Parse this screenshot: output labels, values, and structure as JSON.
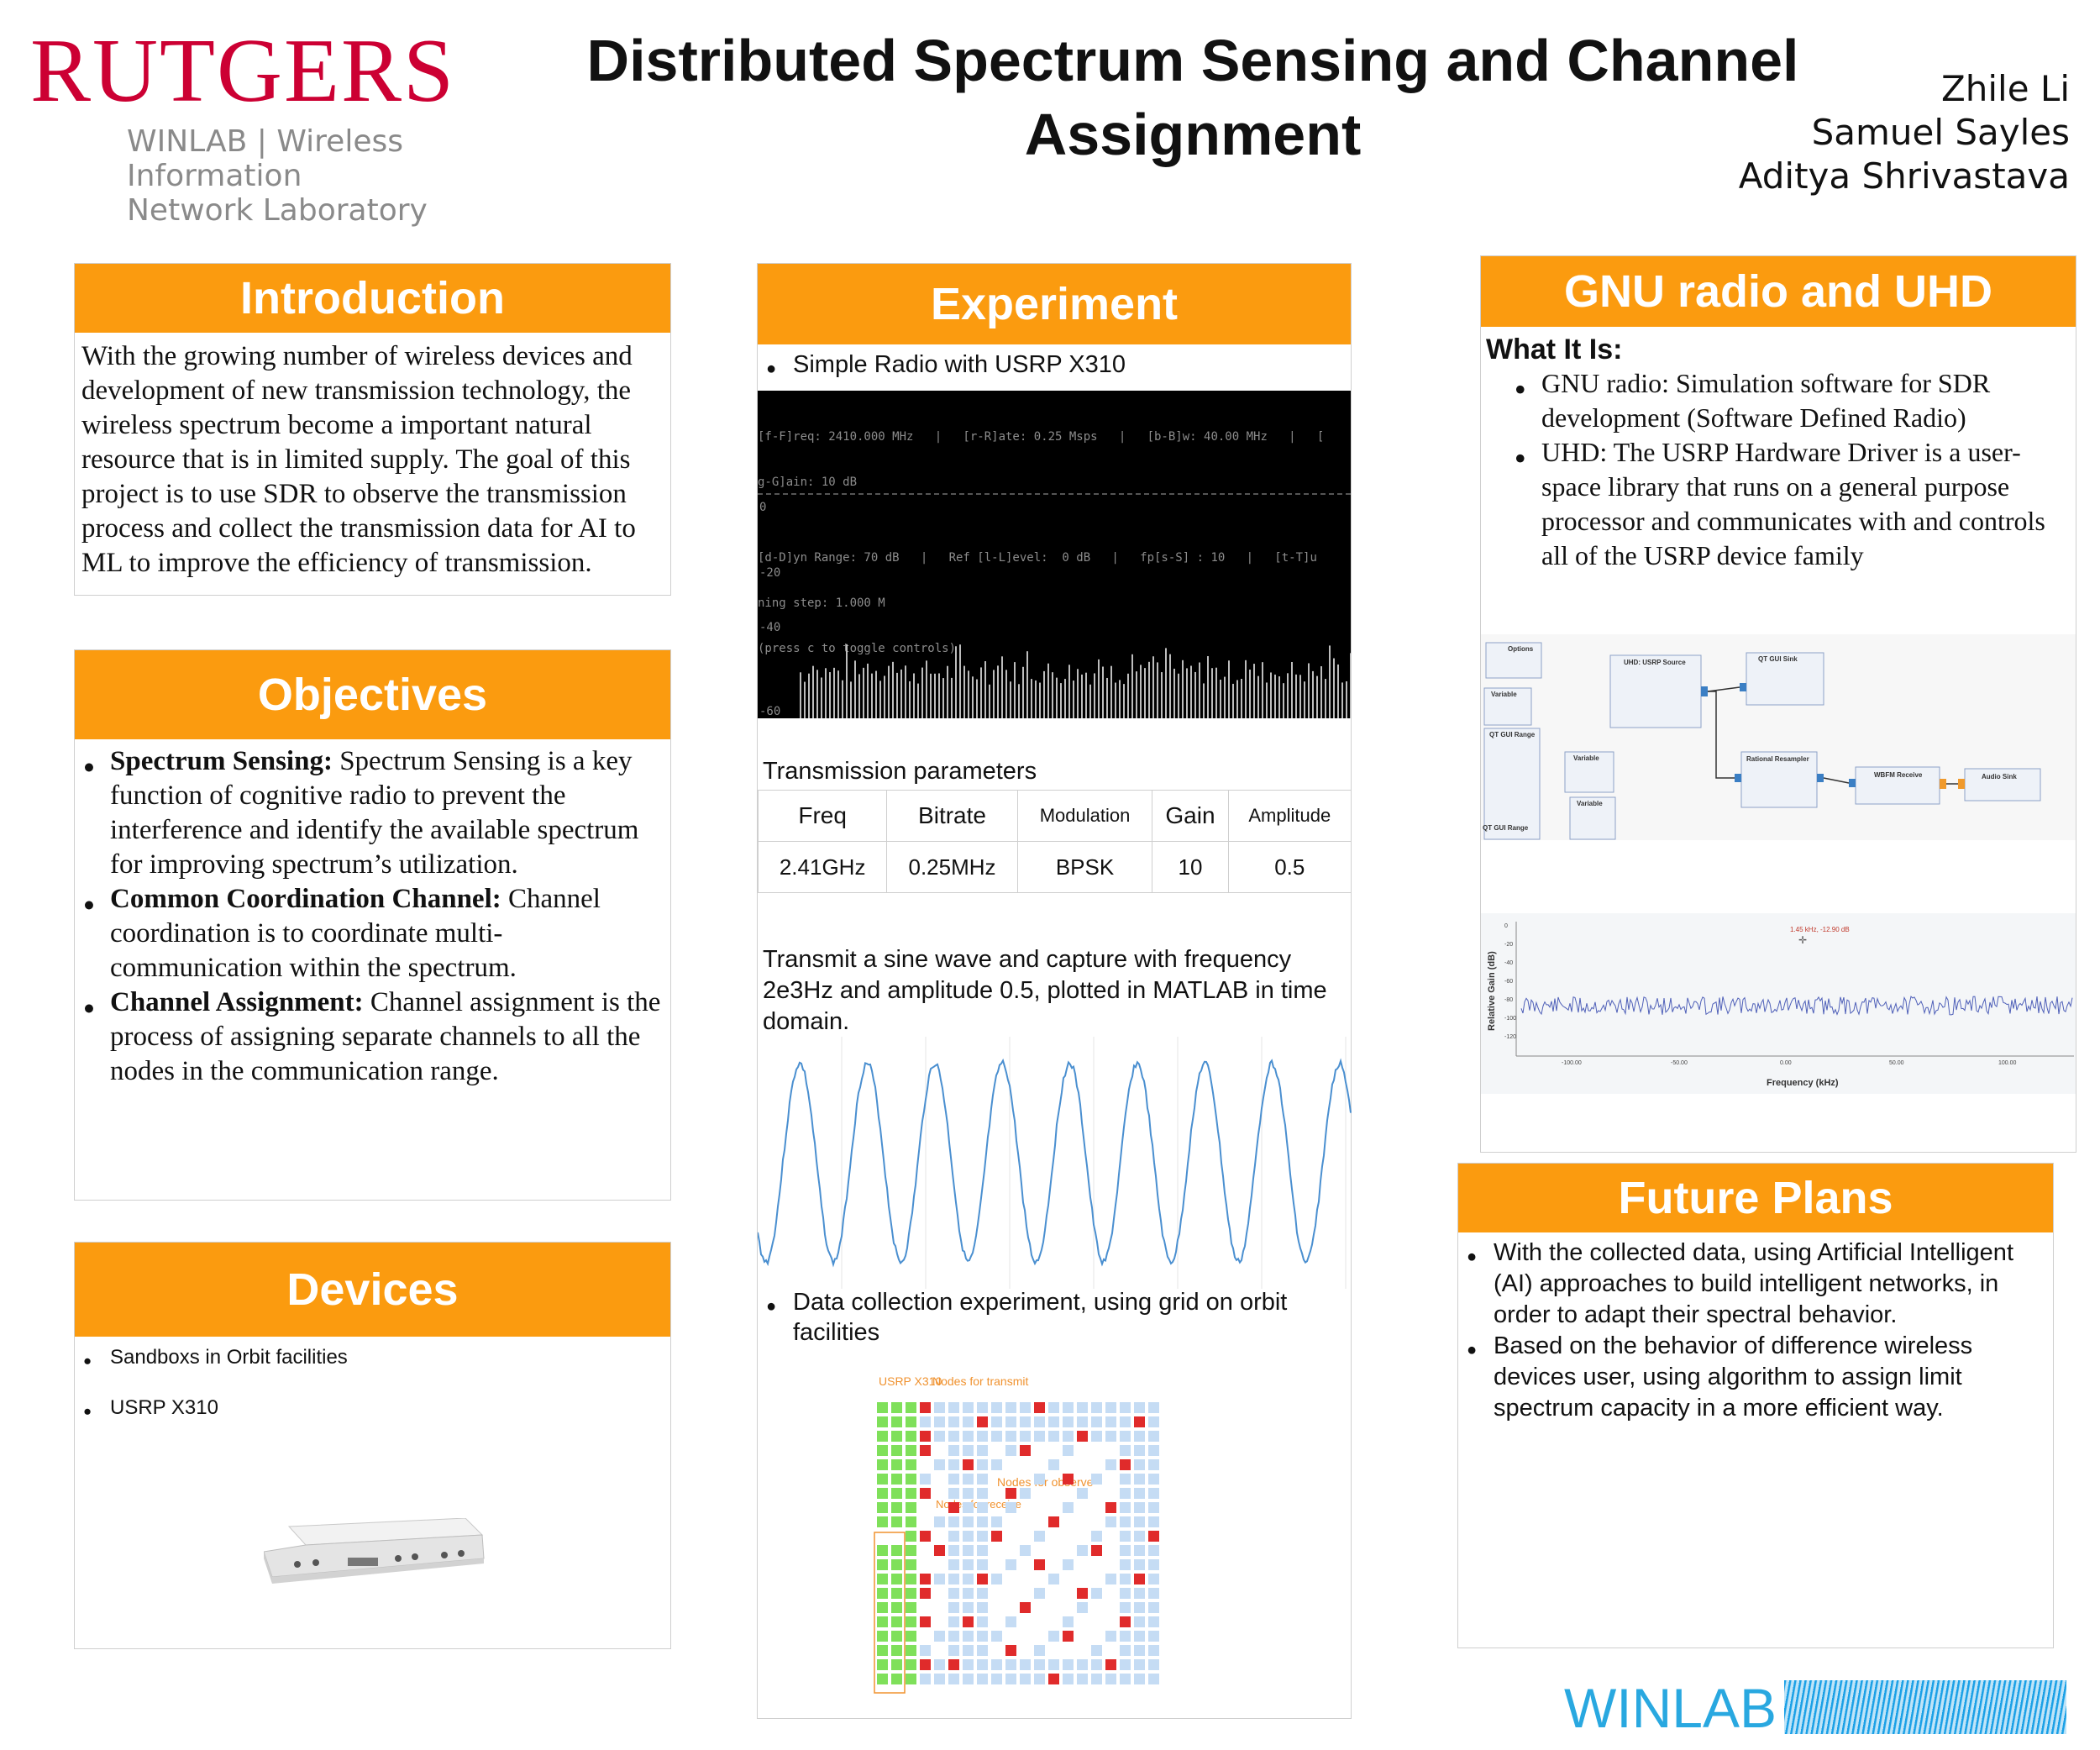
{
  "header": {
    "logo_text": "RUTGERS",
    "logo_sub_1": "WINLAB | Wireless Information",
    "logo_sub_2": "Network Laboratory",
    "title_line1": "Distributed Spectrum Sensing and Channel",
    "title_line2": "Assignment",
    "authors": [
      "Zhile Li",
      "Samuel Sayles",
      "Aditya Shrivastava"
    ]
  },
  "introduction": {
    "heading": "Introduction",
    "text": "With the growing number of wireless devices and development of new transmission technology, the wireless spectrum become a important natural resource that is in limited supply. The goal of this project is to use SDR to observe the transmission process and collect the transmission data for AI to ML to improve the efficiency of transmission."
  },
  "objectives": {
    "heading": "Objectives",
    "items": [
      {
        "term": "Spectrum Sensing:",
        "text": " Spectrum Sensing is a key function of cognitive radio to prevent the interference and identify the available spectrum for improving spectrum’s utilization."
      },
      {
        "term": "Common Coordination Channel:",
        "text": " Channel coordination is to coordinate multi-communication within the spectrum."
      },
      {
        "term": "Channel Assignment:",
        "text": " Channel assignment is the process of assigning separate channels to all the nodes in the communication range."
      }
    ]
  },
  "devices": {
    "heading": "Devices",
    "items": [
      "Sandboxs in Orbit facilities",
      "USRP X310"
    ]
  },
  "experiment": {
    "heading": "Experiment",
    "bullet1": "Simple Radio with USRP X310",
    "terminal_lines": [
      "[f-F]req: 2410.000 MHz   |   [r-R]ate: 0.25 Msps   |   [b-B]w: 40.00 MHz   |   [",
      "g-G]ain: 10 dB",
      "",
      "[d-D]yn Range: 70 dB   |   Ref [l-L]evel:  0 dB   |   fp[s-S] : 10   |   [t-T]u",
      "ning step: 1.000 M",
      "(press c to toggle controls)"
    ],
    "terminal_ticks": [
      "0",
      "-20",
      "-40",
      "-60"
    ],
    "table_caption": "Transmission parameters",
    "table_headers": [
      "Freq",
      "Bitrate",
      "Modulation",
      "Gain",
      "Amplitude"
    ],
    "table_values": [
      "2.41GHz",
      "0.25MHz",
      "BPSK",
      "10",
      "0.5"
    ],
    "sine_caption": "Transmit a sine wave and capture with frequency 2e3Hz and amplitude 0.5, plotted in MATLAB in time domain.",
    "bullet2": "Data collection experiment, using grid on orbit facilities",
    "grid_labels": {
      "usrp": "USRP X310",
      "transmit": "Nodes for transmit",
      "observe": "Nodes for observe",
      "receive": "Nodes for receive"
    }
  },
  "gnu": {
    "heading": "GNU radio and UHD",
    "subheading": "What It Is:",
    "items": [
      "GNU radio: Simulation software for SDR development (Software Defined Radio)",
      "UHD: The USRP Hardware Driver is a user-space library that runs on a general purpose processor and communicates with and controls all of the USRP device family"
    ],
    "flowgraph_blocks": [
      "Options",
      "Variable",
      "QT GUI Range",
      "UHD: USRP Source",
      "QT GUI Sink",
      "Variable",
      "Variable",
      "QT GUI Range",
      "Rational Resampler",
      "WBFM Receive",
      "Audio Sink"
    ],
    "spectrum": {
      "ylabel": "Relative Gain (dB)",
      "xlabel": "Frequency (kHz)",
      "marker": "1.45 kHz, -12.90 dB",
      "yticks": [
        "0",
        "-20",
        "-40",
        "-60",
        "-80",
        "-100",
        "-120"
      ],
      "xticks": [
        "-100.00",
        "-50.00",
        "0.00",
        "50.00",
        "100.00"
      ]
    }
  },
  "future": {
    "heading": "Future Plans",
    "items": [
      "With the collected data, using Artificial Intelligent (AI) approaches to build intelligent networks, in order to adapt their spectral behavior.",
      "Based on the behavior of difference wireless devices user, using algorithm to assign limit spectrum capacity in a more efficient way."
    ]
  },
  "footer": {
    "logo": "WINLAB"
  },
  "colors": {
    "accent": "#fb9b0f",
    "rutgers_red": "#cc0033",
    "winlab_blue": "#29a8e0",
    "plot_blue": "#4a8fd0"
  }
}
